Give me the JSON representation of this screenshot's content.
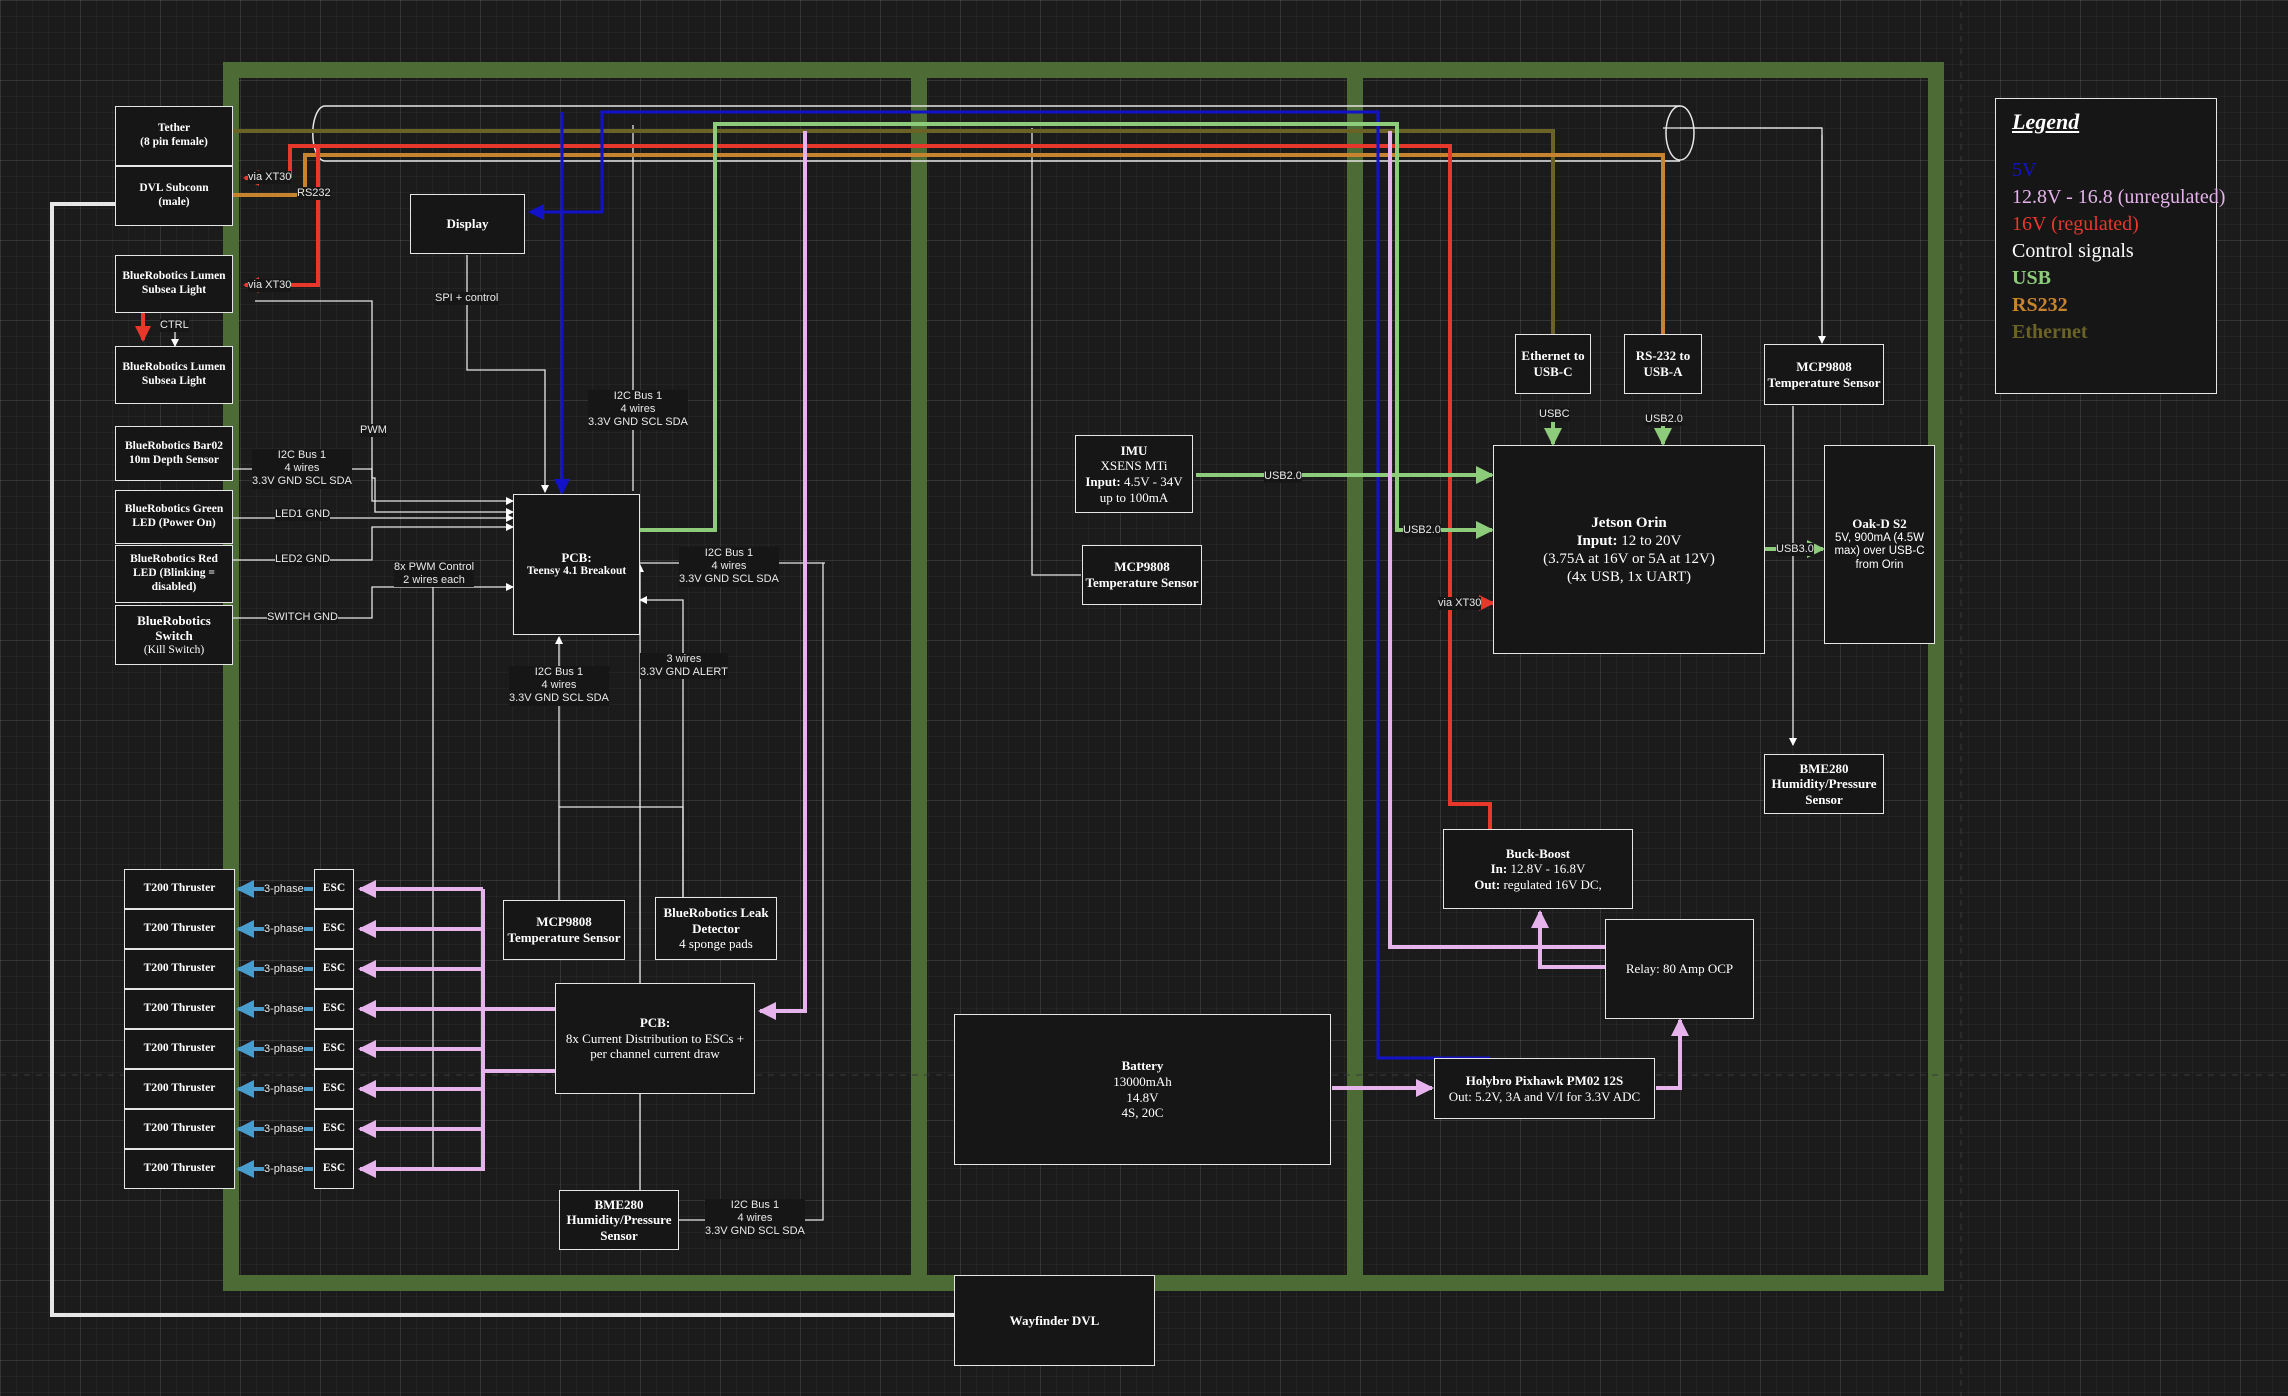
{
  "colors": {
    "frame": "#4d6b35",
    "v5": "#1212c8",
    "unreg": "#e6b3ec",
    "reg16": "#e8382c",
    "control": "#ffffff",
    "usb": "#8ccc7a",
    "rs232": "#c7832d",
    "ethernet": "#6b6326",
    "thruster": "#4a9ccc"
  },
  "legend": {
    "title": "Legend",
    "items": [
      {
        "label": "5V",
        "color": "#1212c8",
        "bold": false
      },
      {
        "label": "12.8V - 16.8 (unregulated)",
        "color": "#e6b3ec",
        "bold": false
      },
      {
        "label": "16V (regulated)",
        "color": "#e8382c",
        "bold": false
      },
      {
        "label": "Control signals",
        "color": "#ffffff",
        "bold": false
      },
      {
        "label": "USB",
        "color": "#8ccc7a",
        "bold": true
      },
      {
        "label": "RS232",
        "color": "#c7832d",
        "bold": true
      },
      {
        "label": "Ethernet",
        "color": "#6b6326",
        "bold": true
      }
    ]
  },
  "boxes": {
    "tether": {
      "title": "Tether",
      "sub": "(8 pin female)"
    },
    "dvl_subconn": {
      "title": "DVL Subconn",
      "sub": "(male)"
    },
    "lumen1": {
      "title": "BlueRobotics Lumen Subsea Light"
    },
    "lumen2": {
      "title": "BlueRobotics Lumen Subsea Light"
    },
    "bar02": {
      "title": "BlueRobotics Bar02 10m Depth Sensor"
    },
    "green_led": {
      "title": "BlueRobotics Green LED (Power On)"
    },
    "red_led": {
      "title": "BlueRobotics Red LED (Blinking = disabled)"
    },
    "switch": {
      "title": "BlueRobotics Switch",
      "sub": "(Kill Switch)"
    },
    "display": {
      "title": "Display"
    },
    "pcb_teensy": {
      "title": "PCB:",
      "sub": "Teensy 4.1 Breakout"
    },
    "mcp_left": {
      "title": "MCP9808 Temperature Sensor"
    },
    "leak": {
      "title": "BlueRobotics Leak Detector",
      "sub": "4 sponge pads"
    },
    "pcb_dist": {
      "title": "PCB:",
      "sub": "8x Current Distribution to ESCs + per channel current draw"
    },
    "bme_left": {
      "title": "BME280 Humidity/Pressure Sensor"
    },
    "imu": {
      "title": "IMU",
      "l2": "XSENS MTi",
      "l3k": "Input:",
      "l3": " 4.5V - 34V",
      "l4": "up to 100mA"
    },
    "mcp_mid": {
      "title": "MCP9808 Temperature Sensor"
    },
    "battery": {
      "title": "Battery",
      "l2": "13000mAh",
      "l3": "14.8V",
      "l4": "4S, 20C"
    },
    "eth_usbc": {
      "title": "Ethernet to USB-C"
    },
    "rs232_usba": {
      "title": "RS-232 to USB-A"
    },
    "mcp_right": {
      "title": "MCP9808 Temperature Sensor"
    },
    "jetson": {
      "title": "Jetson Orin",
      "l2k": "Input:",
      "l2": " 12 to 20V",
      "l3": "(3.75A at 16V or 5A at 12V)",
      "l4": "(4x USB, 1x UART)"
    },
    "oakd": {
      "title": "Oak-D S2",
      "sub": "5V, 900mA (4.5W max) over USB-C from Orin"
    },
    "bme_right": {
      "title": "BME280 Humidity/Pressure Sensor"
    },
    "buck": {
      "title": "Buck-Boost",
      "l2k": "In:",
      "l2": " 12.8V - 16.8V",
      "l3k": "Out:",
      "l3": " regulated 16V DC,"
    },
    "relay": {
      "title": "Relay: 80 Amp OCP"
    },
    "pixhawk": {
      "title": "Holybro Pixhawk PM02 12S",
      "sub": "Out: 5.2V, 3A and V/I for 3.3V ADC"
    },
    "wayfinder": {
      "title": "Wayfinder DVL"
    }
  },
  "thruster_label": "T200 Thruster",
  "esc_label": "ESC",
  "phase_label": "3-phase",
  "labels": {
    "via_xt30_1": "via XT30",
    "rs232": "RS232",
    "via_xt30_2": "via XT30",
    "ctrl": "CTRL",
    "spi": "SPI + control",
    "pwm": "PWM",
    "i2c_bar02": "I2C Bus 1\n4 wires\n3.3V GND SCL SDA",
    "led1": "LED1 GND",
    "led2": "LED2 GND",
    "switch_gnd": "SWITCH GND",
    "pwm_ctrl": "8x PWM Control\n2 wires each",
    "i2c_top": "I2C Bus 1\n4 wires\n3.3V GND SCL SDA",
    "i2c_right": "I2C Bus 1\n4 wires\n3.3V GND SCL SDA",
    "i2c_bottom": "I2C Bus 1\n4 wires\n3.3V GND SCL SDA",
    "alert": "3 wires\n3.3V GND ALERT",
    "i2c_bme": "I2C Bus 1\n4 wires\n3.3V GND SCL SDA",
    "usb20_imu": "USB2.0",
    "usb20_left": "USB2.0",
    "via_xt30_3": "via XT30",
    "usbc": "USBC",
    "usb20_top": "USB2.0",
    "usb30": "USB3.0"
  }
}
